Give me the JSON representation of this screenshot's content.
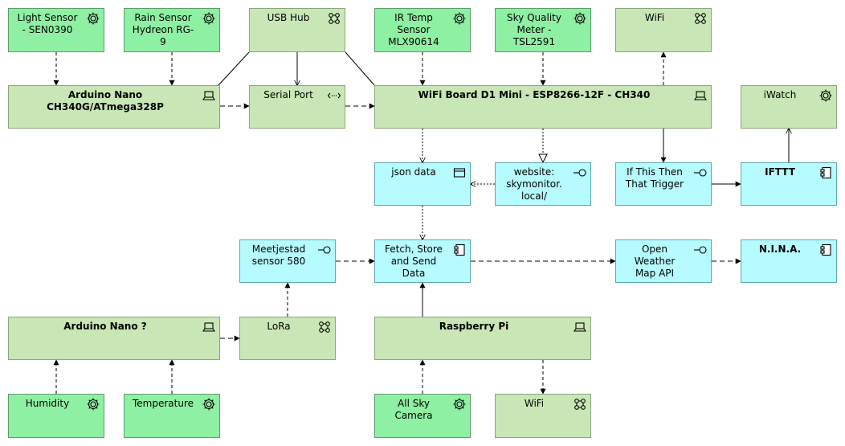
{
  "nodes": {
    "light_sensor": {
      "label": "Light Sensor\n- SEN0390",
      "icon": "gear-icon"
    },
    "rain_sensor": {
      "label": "Rain Sensor\nHydreon RG-\n9",
      "icon": "gear-icon"
    },
    "usb_hub": {
      "label": "USB Hub",
      "icon": "network-icon"
    },
    "ir_temp": {
      "label": "IR Temp\nSensor\nMLX90614",
      "icon": "gear-icon"
    },
    "sky_quality": {
      "label": "Sky Quality\nMeter -\nTSL2591",
      "icon": "gear-icon"
    },
    "wifi_top": {
      "label": "WiFi",
      "icon": "network-icon"
    },
    "arduino_nano": {
      "label": "Arduino Nano\nCH340G/ATmega328P",
      "icon": "laptop-icon"
    },
    "serial_port": {
      "label": "Serial Port",
      "icon": "interface-icon"
    },
    "wifi_board": {
      "label": "WiFi Board D1 Mini - ESP8266-12F - CH340",
      "icon": "laptop-icon"
    },
    "iwatch": {
      "label": "iWatch",
      "icon": "gear-icon"
    },
    "json_data": {
      "label": "json data",
      "icon": "window-icon"
    },
    "website": {
      "label": "website:\nskymonitor.\nlocal/",
      "icon": "service-icon"
    },
    "ifttt_trigger": {
      "label": "If This Then\nThat Trigger",
      "icon": "service-icon"
    },
    "ifttt": {
      "label": "IFTTT",
      "icon": "component-icon"
    },
    "meetjestad": {
      "label": "Meetjestad\nsensor 580",
      "icon": "service-icon"
    },
    "fetch_store": {
      "label": "Fetch, Store\nand Send\nData",
      "icon": "component-icon"
    },
    "openweather": {
      "label": "Open\nWeather\nMap API",
      "icon": "service-icon"
    },
    "nina": {
      "label": "N.I.N.A.",
      "icon": "component-icon"
    },
    "arduino_nano_q": {
      "label": "Arduino Nano  ?",
      "icon": "laptop-icon"
    },
    "lora": {
      "label": "LoRa",
      "icon": "network-icon"
    },
    "raspberry_pi": {
      "label": "Raspberry Pi",
      "icon": "laptop-icon"
    },
    "humidity": {
      "label": "Humidity",
      "icon": "gear-icon"
    },
    "temperature": {
      "label": "Temperature",
      "icon": "gear-icon"
    },
    "all_sky": {
      "label": "All Sky\nCamera",
      "icon": "gear-icon"
    },
    "wifi_bottom": {
      "label": "WiFi",
      "icon": "network-icon"
    }
  },
  "colors": {
    "device_green": "#8ef0a3",
    "node_light_green": "#c9e7b6",
    "app_cyan": "#b5fbff",
    "line": "#000000"
  }
}
